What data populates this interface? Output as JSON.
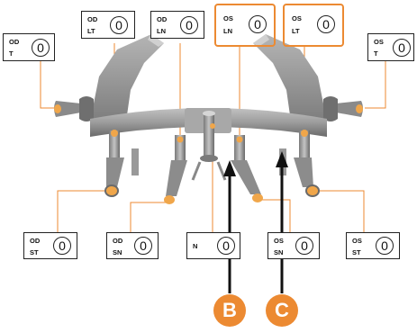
{
  "labels": {
    "od_t": {
      "l1": "OD",
      "l2": "T",
      "value": "0"
    },
    "od_lt": {
      "l1": "OD",
      "l2": "LT",
      "value": "0"
    },
    "od_ln": {
      "l1": "OD",
      "l2": "LN",
      "value": "0"
    },
    "os_ln": {
      "l1": "OS",
      "l2": "LN",
      "value": "0"
    },
    "os_lt": {
      "l1": "OS",
      "l2": "LT",
      "value": "0"
    },
    "os_t": {
      "l1": "OS",
      "l2": "T",
      "value": "0"
    },
    "od_st": {
      "l1": "OD",
      "l2": "ST",
      "value": "0"
    },
    "od_sn": {
      "l1": "OD",
      "l2": "SN",
      "value": "0"
    },
    "n": {
      "l1": "N",
      "value": "0"
    },
    "os_sn": {
      "l1": "OS",
      "l2": "SN",
      "value": "0"
    },
    "os_st": {
      "l1": "OS",
      "l2": "ST",
      "value": "0"
    }
  },
  "callouts": {
    "b": "B",
    "c": "C"
  },
  "colors": {
    "accent": "#ec8a32",
    "device": "#9a9a9a",
    "device_dark": "#6f6f6f",
    "tip": "#f0a64a"
  }
}
